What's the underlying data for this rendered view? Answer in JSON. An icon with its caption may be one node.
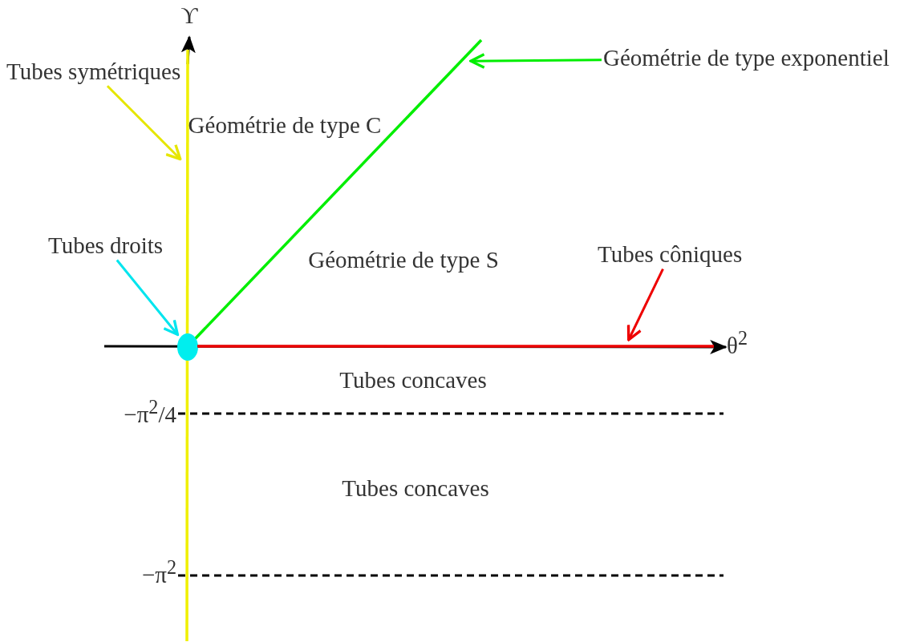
{
  "diagram": {
    "nodes": [
      {
        "text": [
          "Tubes symétriques"
        ]
      },
      {
        "text": [
          "Géométrie de type exponentiel"
        ]
      },
      {
        "text": [
          "Tubes droits"
        ]
      },
      {
        "text": [
          "Tubes côniques"
        ]
      },
      {
        "text": [],
        "shape": "line"
      },
      {
        "text": [],
        "shape": "line"
      },
      {
        "text": [],
        "shape": "circle"
      },
      {
        "text": [],
        "shape": "line"
      }
    ],
    "edges": [
      {
        "from": 0,
        "to": 4,
        "arrow": "to",
        "color": "#e6e600"
      },
      {
        "from": 1,
        "to": 5,
        "arrow": "to",
        "color": "#00ee00"
      },
      {
        "from": 2,
        "to": 6,
        "arrow": "to",
        "color": "#00e5ee"
      },
      {
        "from": 3,
        "to": 7,
        "arrow": "to",
        "color": "#ee0000"
      }
    ],
    "labels": [
      "ϒ",
      "Géométrie de type C",
      "Géométrie de type S",
      "θ$^{2}$",
      "Tubes concaves",
      "−π$^{2}$/4",
      "Tubes concaves",
      "−π$^{2}$"
    ]
  }
}
